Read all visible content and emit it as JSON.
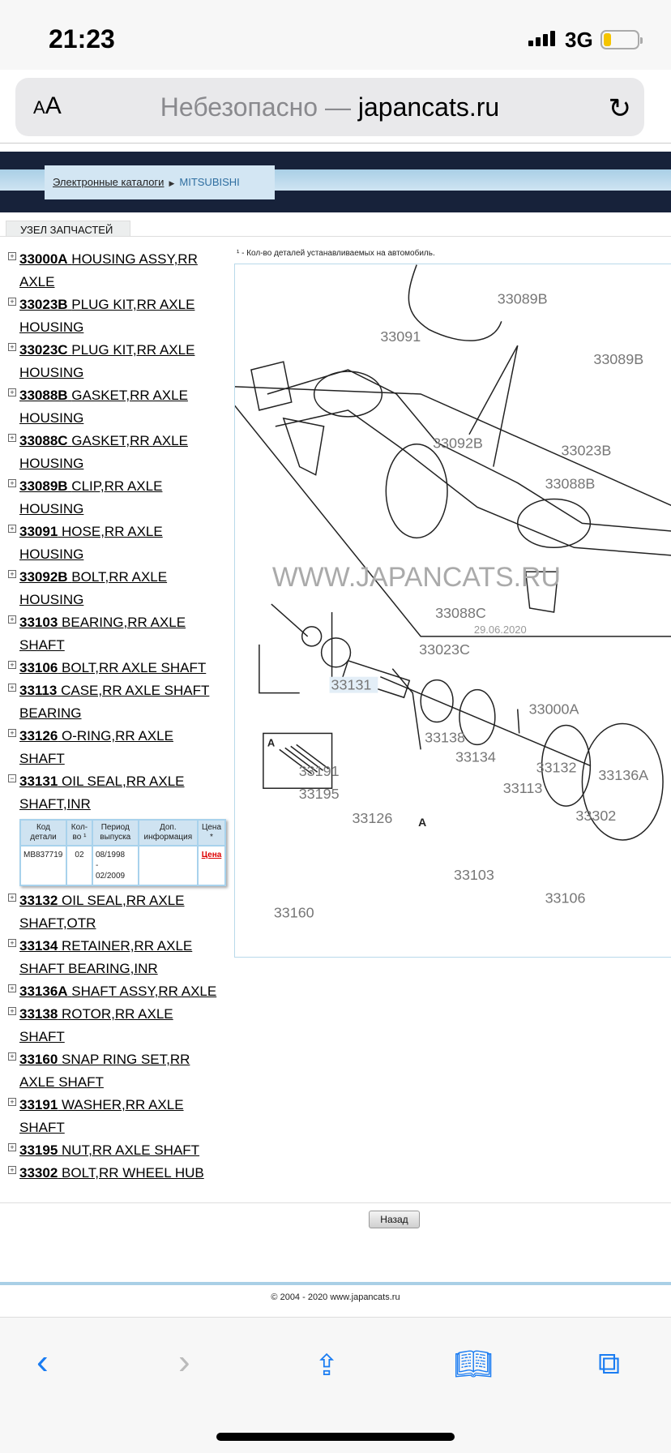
{
  "status_bar": {
    "time": "21:23",
    "network": "3G"
  },
  "browser": {
    "text_size_label": "AA",
    "url_prefix": "Небезопасно — ",
    "url_domain": "japancats.ru"
  },
  "breadcrumb": {
    "catalogs": "Электронные каталоги",
    "brand": "MITSUBISHI"
  },
  "tab": "УЗЕЛ ЗАПЧАСТЕЙ",
  "footnote": "¹ - Кол-во деталей устанавливаемых на автомобиль.",
  "parts": [
    {
      "code": "33000A",
      "name": "HOUSING ASSY,RR AXLE",
      "toggle": "+"
    },
    {
      "code": "33023B",
      "name": "PLUG KIT,RR AXLE HOUSING",
      "toggle": "+"
    },
    {
      "code": "33023C",
      "name": "PLUG KIT,RR AXLE HOUSING",
      "toggle": "+"
    },
    {
      "code": "33088B",
      "name": "GASKET,RR AXLE HOUSING",
      "toggle": "+"
    },
    {
      "code": "33088C",
      "name": "GASKET,RR AXLE HOUSING",
      "toggle": "+"
    },
    {
      "code": "33089B",
      "name": "CLIP,RR AXLE HOUSING",
      "toggle": "+"
    },
    {
      "code": "33091",
      "name": "HOSE,RR AXLE HOUSING",
      "toggle": "+"
    },
    {
      "code": "33092B",
      "name": "BOLT,RR AXLE HOUSING",
      "toggle": "+"
    },
    {
      "code": "33103",
      "name": "BEARING,RR AXLE SHAFT",
      "toggle": "+"
    },
    {
      "code": "33106",
      "name": "BOLT,RR AXLE SHAFT",
      "toggle": "+"
    },
    {
      "code": "33113",
      "name": "CASE,RR AXLE SHAFT BEARING",
      "toggle": "+"
    },
    {
      "code": "33126",
      "name": "O-RING,RR AXLE SHAFT",
      "toggle": "+"
    },
    {
      "code": "33131",
      "name": "OIL SEAL,RR AXLE SHAFT,INR",
      "toggle": "−"
    },
    {
      "code": "33132",
      "name": "OIL SEAL,RR AXLE SHAFT,OTR",
      "toggle": "+"
    },
    {
      "code": "33134",
      "name": "RETAINER,RR AXLE SHAFT BEARING,INR",
      "toggle": "+"
    },
    {
      "code": "33136A",
      "name": "SHAFT ASSY,RR AXLE",
      "toggle": "+"
    },
    {
      "code": "33138",
      "name": "ROTOR,RR AXLE SHAFT",
      "toggle": "+"
    },
    {
      "code": "33160",
      "name": "SNAP RING SET,RR AXLE SHAFT",
      "toggle": "+"
    },
    {
      "code": "33191",
      "name": "WASHER,RR AXLE SHAFT",
      "toggle": "+"
    },
    {
      "code": "33195",
      "name": "NUT,RR AXLE SHAFT",
      "toggle": "+"
    },
    {
      "code": "33302",
      "name": "BOLT,RR WHEEL HUB",
      "toggle": "+"
    }
  ],
  "detail_table": {
    "headers": [
      "Код детали",
      "Кол-во ¹",
      "Период выпуска",
      "Доп. информация",
      "Цена *"
    ],
    "row": {
      "code": "MB837719",
      "qty": "02",
      "period_from": "08/1998",
      "dash": "-",
      "period_to": "02/2009",
      "info": "",
      "price_link": "Цена"
    }
  },
  "diagram": {
    "labels": {
      "l33089B_a": "33089B",
      "l33091": "33091",
      "l33089B_b": "33089B",
      "l33092B": "33092B",
      "l33023B": "33023B",
      "l33088B": "33088B",
      "l33088C": "33088C",
      "l33023C": "33023C",
      "l33000A": "33000A",
      "l33131": "33131",
      "l33138": "33138",
      "l33134": "33134",
      "l33132": "33132",
      "l33136A": "33136A",
      "l33113": "33113",
      "l33302": "33302",
      "l33191": "33191",
      "l33195": "33195",
      "l33126": "33126",
      "lA1": "A",
      "lA2": "A",
      "l33103": "33103",
      "l33106": "33106",
      "l33160": "33160"
    },
    "watermark": "WWW.JAPANCATS.RU",
    "date": "29.06.2020"
  },
  "back_button": "Назад",
  "copyright": "© 2004 - 2020 www.japancats.ru"
}
